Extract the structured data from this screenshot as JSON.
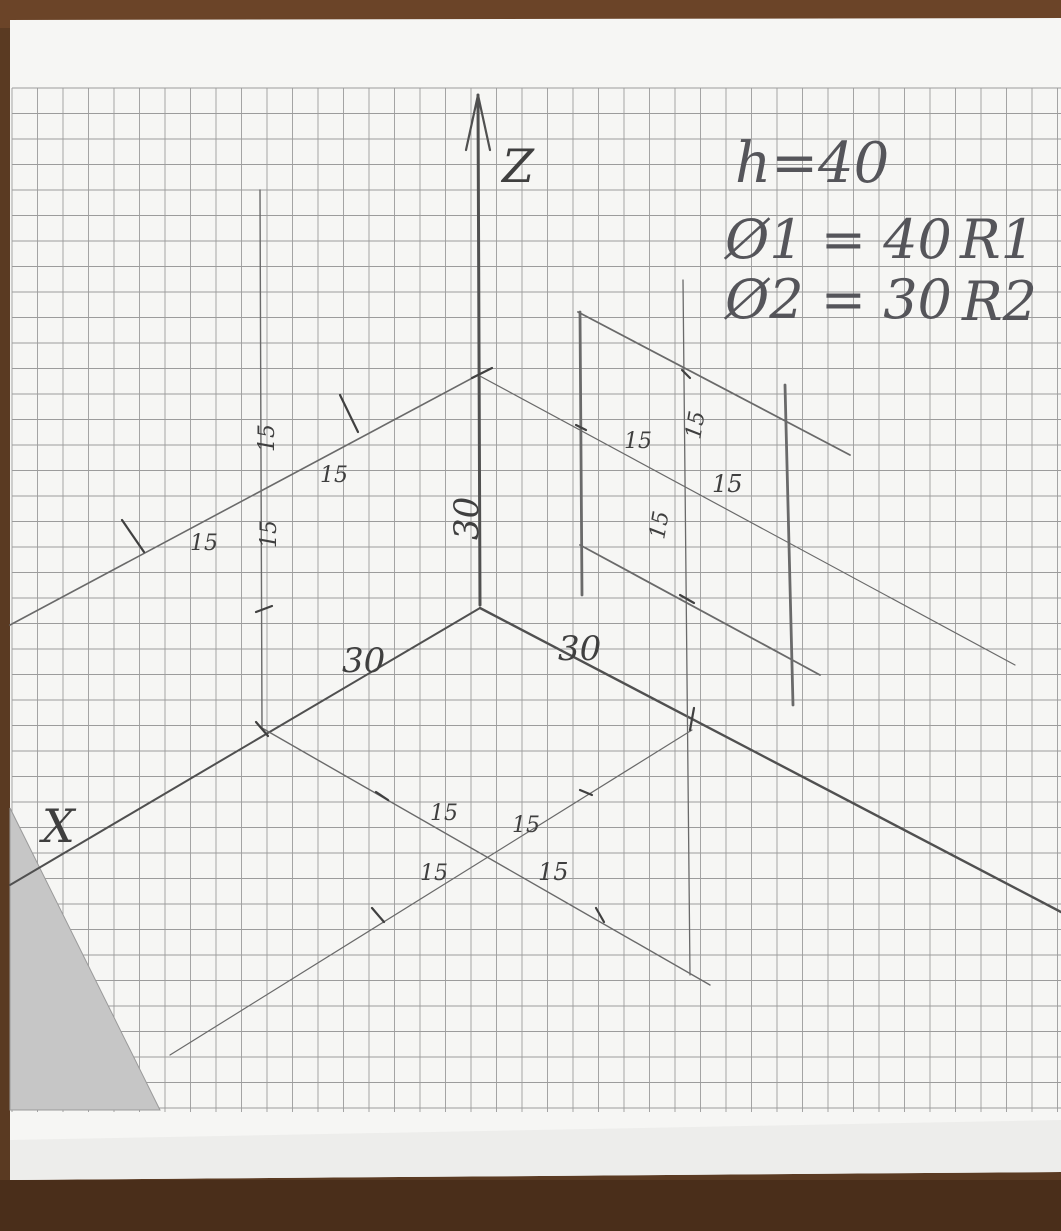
{
  "axes": {
    "z_label": "Z",
    "x_label": "X"
  },
  "notes": {
    "h": "h=40",
    "d1": "Ø1 = 40",
    "r1": "R1",
    "d2": "Ø2 = 30",
    "r2": "R2"
  },
  "dimensions": {
    "z_30": "30",
    "x_30": "30",
    "y_30": "30",
    "d15_a": "15",
    "d15_b": "15",
    "d15_c": "15",
    "d15_d": "15",
    "d15_e": "15",
    "d15_f": "15",
    "d15_g": "15",
    "d15_h": "15",
    "d15_i": "15",
    "d15_j": "15",
    "d15_k": "15",
    "d15_l": "15"
  },
  "colors": {
    "paper": "#f6f6f4",
    "grid": "#9c9c9c",
    "pencil": "#5a5a5a",
    "wood": "#5a3a22",
    "gray_shape": "#c6c6c6"
  }
}
